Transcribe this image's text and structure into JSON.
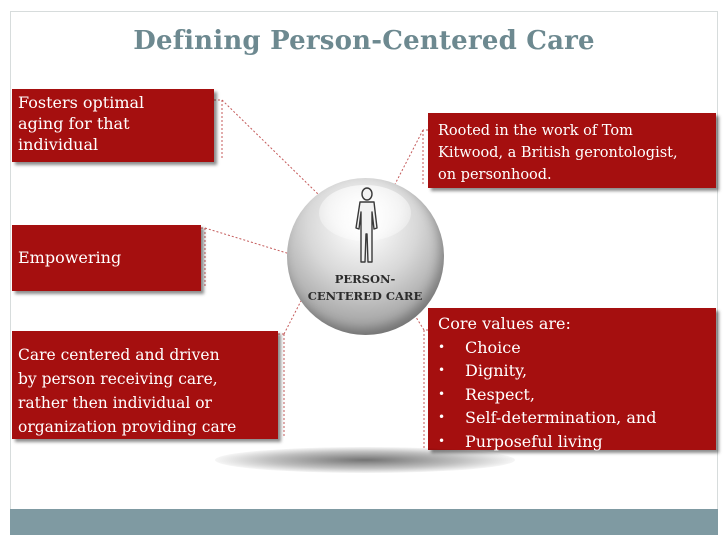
{
  "slide": {
    "title": "Defining Person-Centered Care"
  },
  "center": {
    "label_line1": "PERSON-",
    "label_line2": "CENTERED CARE",
    "icon": "person-icon"
  },
  "left_boxes": {
    "fosters": [
      "Fosters optimal",
      "aging for that",
      "individual"
    ],
    "empowering": "Empowering",
    "care": [
      "Care centered and driven",
      "by person receiving care,",
      "rather then individual or",
      "organization providing care"
    ]
  },
  "right_boxes": {
    "rooted": [
      "Rooted in the work of Tom",
      "Kitwood, a British gerontologist,",
      "on personhood."
    ],
    "values_heading": "Core values are:",
    "values": [
      "Choice",
      "Dignity,",
      "Respect,",
      "Self-determination, and",
      "Purposeful living"
    ],
    "bullet": "•"
  },
  "colors": {
    "box_fill": "#a50f0f",
    "title": "#6d8990",
    "footer": "#7f9aa2",
    "connector": "#c45a5a"
  }
}
